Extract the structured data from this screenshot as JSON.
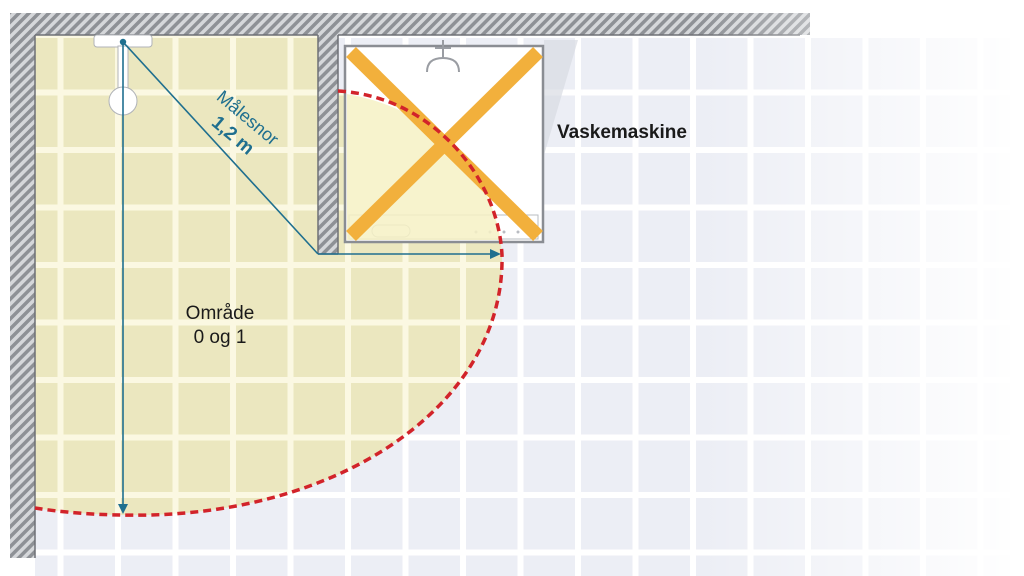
{
  "labels": {
    "area_line1": "Område",
    "area_line2": "0 og 1",
    "washing_machine": "Vaskemaskine",
    "cord_name": "Målesnor",
    "cord_length": "1,2 m"
  },
  "icons": {
    "shower_head": "shower-head-icon",
    "shower_tap": "shower-tap-icon",
    "cross": "cross-out-icon"
  },
  "colors": {
    "zone_fill": "#ebe7bf",
    "tile": "#eceef5",
    "grout": "#ffffff",
    "wall_stripe": "#8e9196",
    "boundary": "#d2232a",
    "measure_line": "#1f6f8f",
    "cross": "#f2b03c"
  }
}
